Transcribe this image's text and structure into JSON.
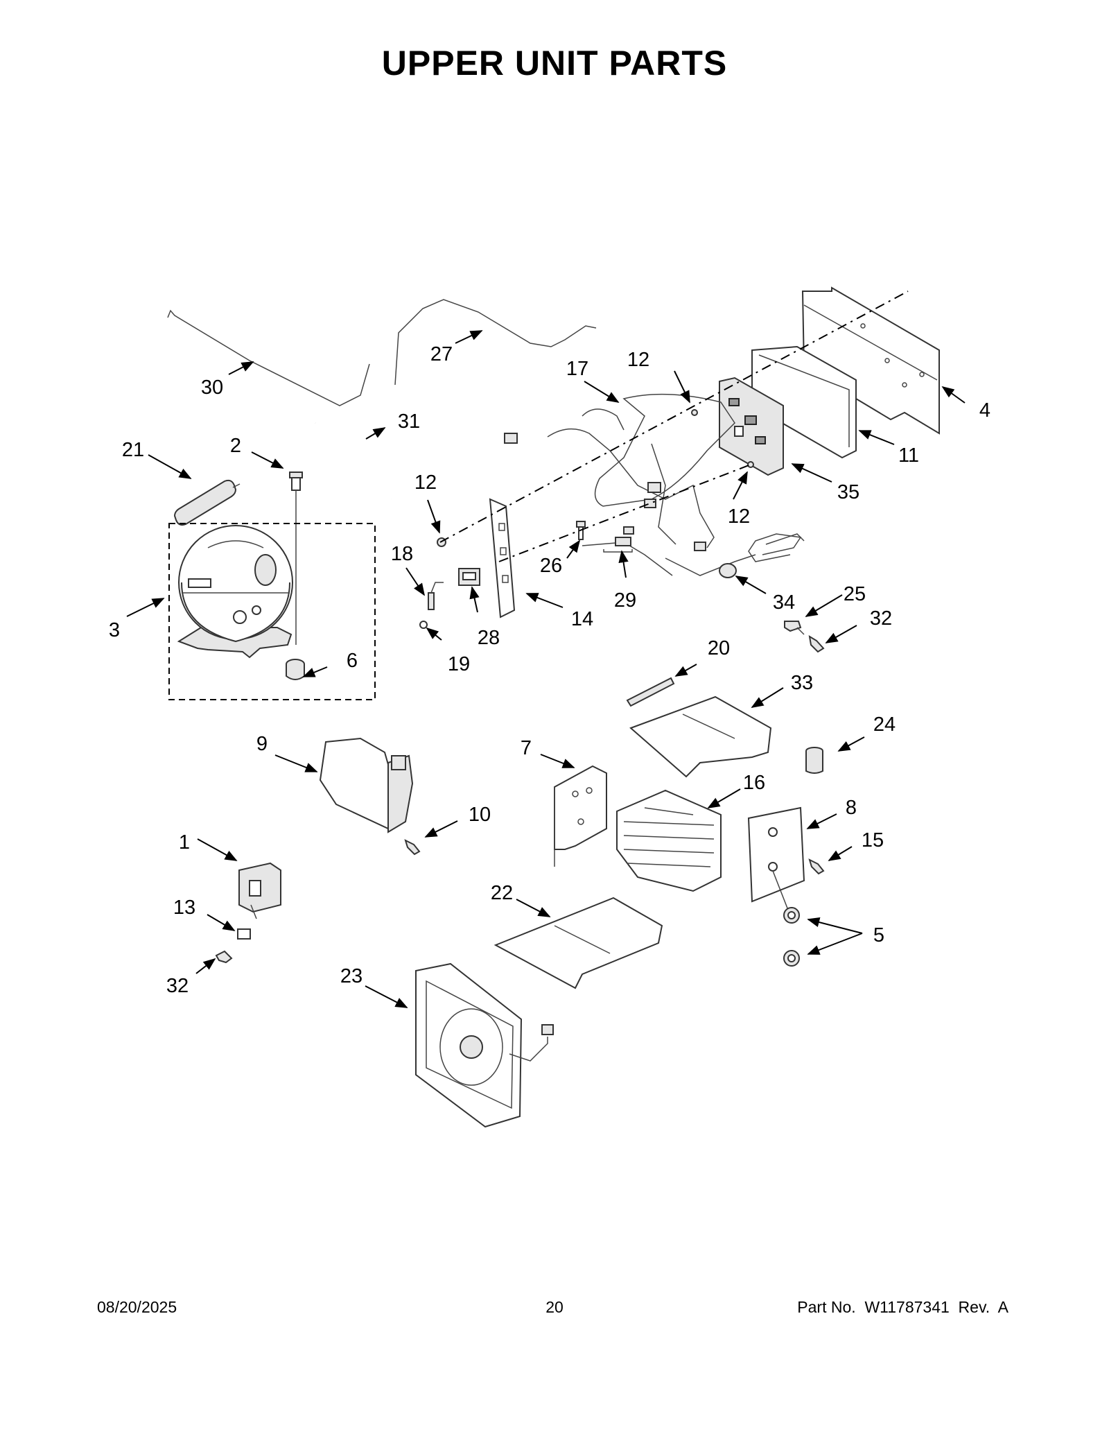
{
  "title": "UPPER UNIT PARTS",
  "callouts": [
    "1",
    "2",
    "3",
    "4",
    "5",
    "6",
    "7",
    "8",
    "9",
    "10",
    "11",
    "12",
    "12",
    "12",
    "13",
    "14",
    "15",
    "16",
    "17",
    "18",
    "19",
    "20",
    "21",
    "22",
    "23",
    "24",
    "25",
    "26",
    "27",
    "28",
    "29",
    "30",
    "31",
    "32",
    "32",
    "33",
    "34",
    "35"
  ],
  "footer": {
    "date": "08/20/2025",
    "page": "20",
    "part_number": "Part No.  W11787341  Rev.  A"
  }
}
